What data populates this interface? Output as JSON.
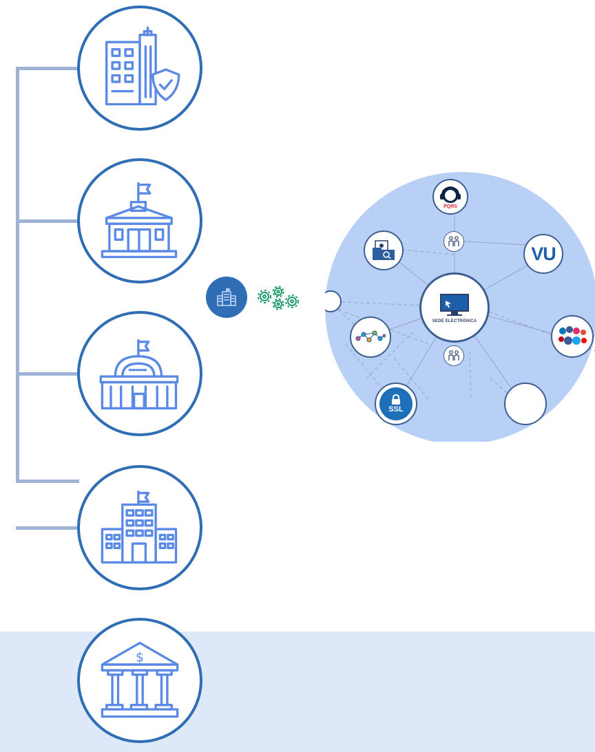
{
  "palette": {
    "accent_blue": "#2f6db5",
    "icon_blue": "#5b8ae6",
    "connector_gray": "#9fb3d6",
    "network_fill": "#b9d0f6",
    "band_fill": "#dde9f9",
    "gear_green": "#1f9a6a"
  },
  "hierarchy": {
    "nodes": [
      {
        "icon": "office-building-shield-icon"
      },
      {
        "icon": "government-building-flag-icon"
      },
      {
        "icon": "domed-capitol-building-icon"
      },
      {
        "icon": "school-building-flag-icon"
      },
      {
        "icon": "bank-dollar-icon"
      }
    ]
  },
  "hub": {
    "icon": "building-icon",
    "connector_icon": "gears-icon"
  },
  "network": {
    "center": {
      "icon": "computer-monitor-icon",
      "label": "SEDE ELECTRÓNICA"
    },
    "satellites": [
      {
        "id": "pqrs",
        "icon": "headset-support-icon",
        "label": "PQRS"
      },
      {
        "id": "vu",
        "icon": "vu-logo",
        "label": "VU"
      },
      {
        "id": "documents",
        "icon": "document-folder-search-icon"
      },
      {
        "id": "people-top",
        "icon": "people-icon"
      },
      {
        "id": "people-bottom",
        "icon": "people-icon"
      },
      {
        "id": "network-graph",
        "icon": "connected-network-icon"
      },
      {
        "id": "social-media",
        "icon": "social-media-icon"
      },
      {
        "id": "ssl",
        "icon": "padlock-ssl-icon",
        "label": "SSL"
      },
      {
        "id": "empty-left",
        "icon": ""
      },
      {
        "id": "empty-bottom",
        "icon": ""
      }
    ]
  }
}
